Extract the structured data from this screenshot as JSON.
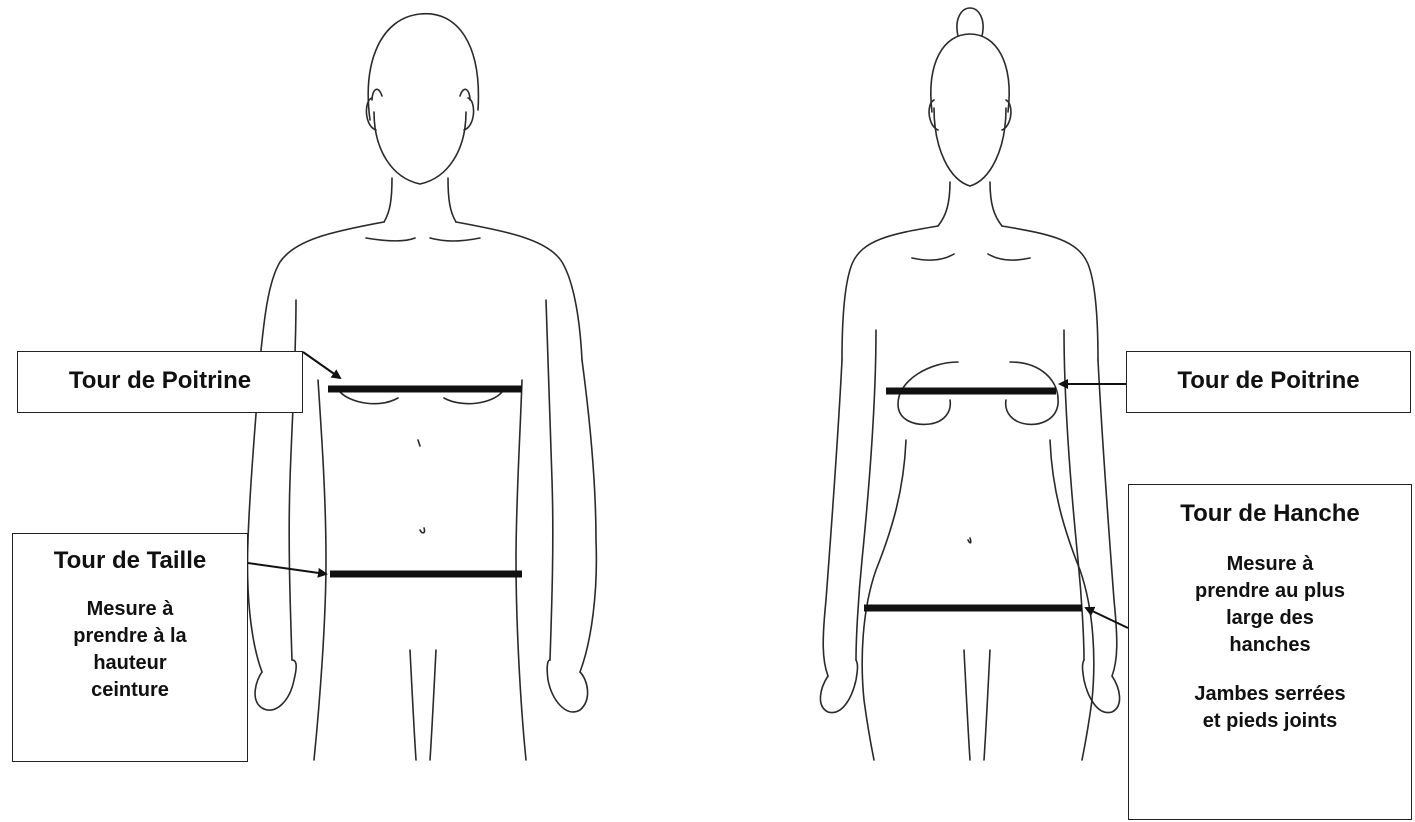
{
  "labels": {
    "man_chest": {
      "title": "Tour de Poitrine"
    },
    "man_waist": {
      "title": "Tour de Taille",
      "note": [
        "Mesure à",
        "prendre à la",
        "hauteur",
        "ceinture"
      ]
    },
    "woman_chest": {
      "title": "Tour de Poitrine"
    },
    "woman_hip": {
      "title": "Tour de Hanche",
      "note_a": [
        "Mesure à",
        "prendre au plus",
        "large des",
        "hanches"
      ],
      "note_b": [
        "Jambes serrées",
        "et pieds joints"
      ]
    }
  },
  "colors": {
    "outline": "#2a2a2a",
    "measure_line": "#111111",
    "box_border": "#222222"
  },
  "icons": [
    "male-body-outline",
    "female-body-outline",
    "arrow-icon"
  ]
}
